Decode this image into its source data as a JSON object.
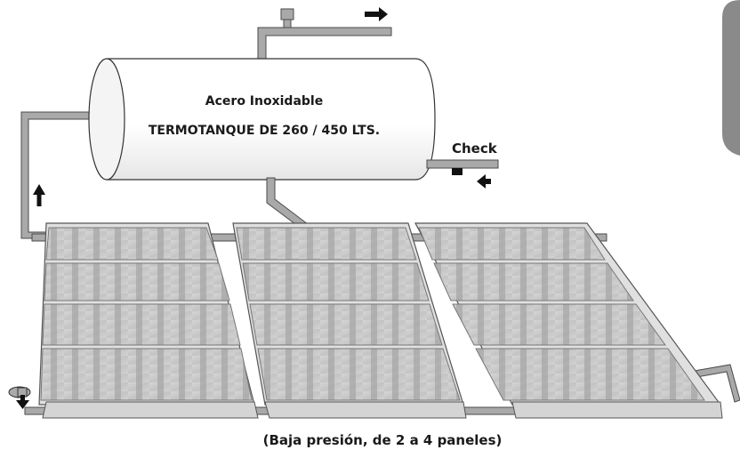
{
  "tank": {
    "material": "Acero Inoxidable",
    "title": "TERMOTANQUE DE 260 / 450 LTS."
  },
  "check_label": "Check",
  "caption": "(Baja presión,  de 2 a 4 paneles)",
  "colors": {
    "pipe": "#a9a9a9",
    "panel_frame": "#d9d9d9",
    "panel_glass": "#c8c8c8",
    "tube": "#8f8f8f",
    "arrow": "#111111",
    "tab": "#8a8a8a"
  },
  "icons": [
    "arrow-right-icon",
    "arrow-left-icon",
    "arrow-up-icon",
    "arrow-down-icon",
    "valve-icon",
    "check-valve-icon",
    "drain-valve-icon"
  ]
}
